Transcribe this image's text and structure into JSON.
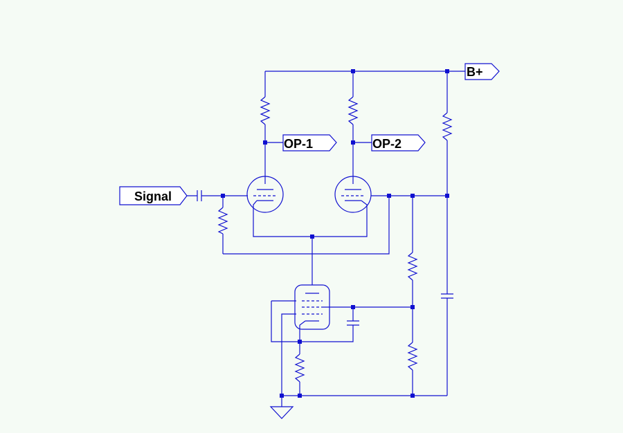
{
  "labels": {
    "signal": "Signal",
    "op1": "OP-1",
    "op2": "OP-2",
    "bplus": "B+"
  },
  "colors": {
    "background": "#f5fbf5",
    "wire": "#1010d0",
    "flag_fill": "#ffffff",
    "text": "#000000"
  }
}
